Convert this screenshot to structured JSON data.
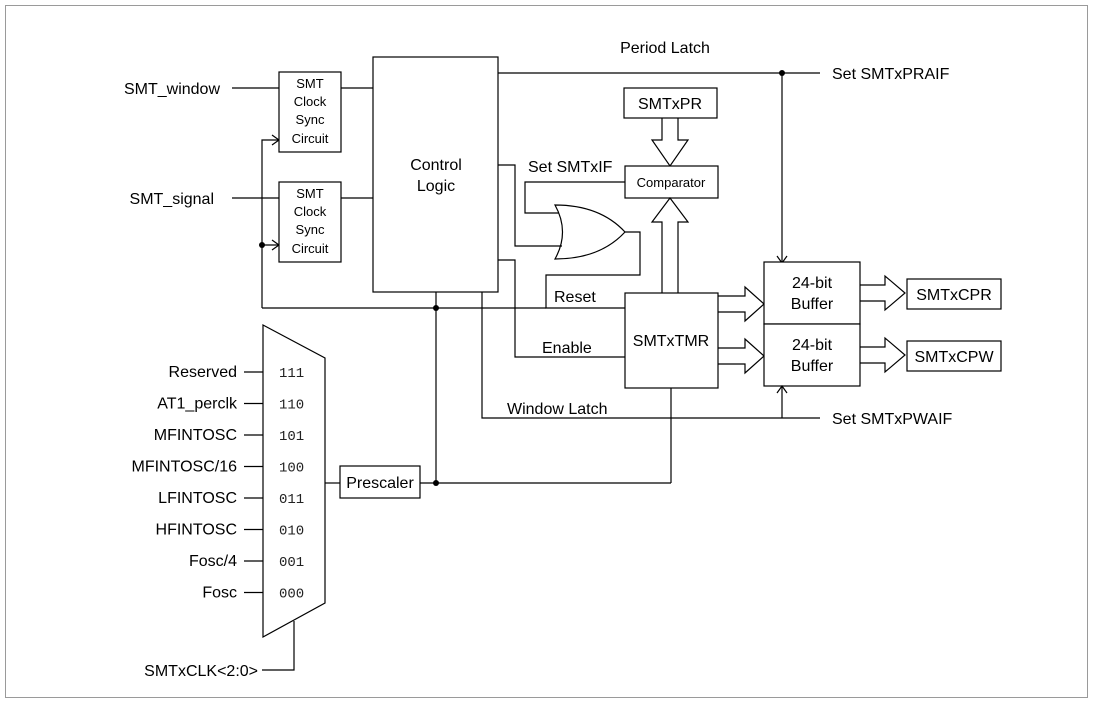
{
  "inputs": {
    "smt_window": "SMT_window",
    "smt_signal": "SMT_signal"
  },
  "sync_circuit": {
    "line1": "SMT",
    "line2": "Clock",
    "line3": "Sync",
    "line4": "Circuit"
  },
  "control_logic": {
    "line1": "Control",
    "line2": "Logic"
  },
  "period_latch": "Period Latch",
  "set_praif": "Set SMTxPRAIF",
  "smtxpr": "SMTxPR",
  "set_smtxif": "Set SMTxIF",
  "comparator": "Comparator",
  "reset": "Reset",
  "enable": "Enable",
  "smtxtmr": "SMTxTMR",
  "buffer": {
    "line1": "24-bit",
    "line2": "Buffer"
  },
  "smtxcpr": "SMTxCPR",
  "smtxcpw": "SMTxCPW",
  "window_latch": "Window Latch",
  "set_pwaif": "Set SMTxPWAIF",
  "prescaler": "Prescaler",
  "mux_inputs": [
    {
      "label": "Reserved",
      "code": "111"
    },
    {
      "label": "AT1_perclk",
      "code": "110"
    },
    {
      "label": "MFINTOSC",
      "code": "101"
    },
    {
      "label": "MFINTOSC/16",
      "code": "100"
    },
    {
      "label": "LFINTOSC",
      "code": "011"
    },
    {
      "label": "HFINTOSC",
      "code": "010"
    },
    {
      "label": "Fosc/4",
      "code": "001"
    },
    {
      "label": "Fosc",
      "code": "000"
    }
  ],
  "clk_select": "SMTxCLK<2:0>"
}
